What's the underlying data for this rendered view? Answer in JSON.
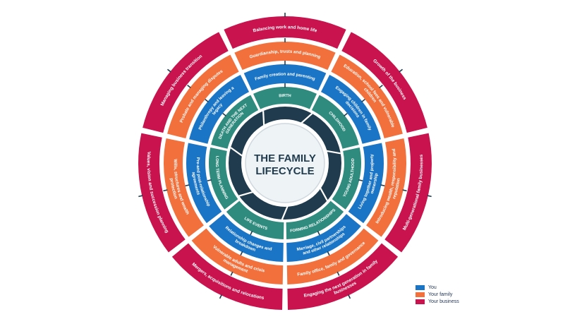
{
  "center": {
    "line1": "THE FAMILY",
    "line2": "LIFECYCLE"
  },
  "colors": {
    "you": "#1b75c6",
    "family": "#f2703b",
    "business": "#c9134f",
    "stage": "#2e8b7e",
    "core": "#1f3b4d",
    "hub": "#eef3f6"
  },
  "stages": [
    "BIRTH",
    "CHILDHOOD",
    "YOUNG ADULTHOOD",
    "FORMING RELATIONSHIPS",
    "LIFE EVENTS",
    "LONG TERM PLANNING",
    "DEATH AND THE NEXT GENERATION"
  ],
  "you_ring": [
    "Family creation and parenting",
    "Engaging children in family decisions",
    "Living together and property ownership",
    "Marriage, civil partnerships and other relationships",
    "Relationship changes and breakdown",
    "Pre-and post-relationship agreements",
    "Philanthropy and leaving a legacy"
  ],
  "family_ring": [
    "Guardianship, trusts and planning",
    "Education, school fees and vulnerable children",
    "Introducing wealth, responsibility and reputation",
    "Family office, family and governance",
    "Vulnerable adults and crisis management",
    "Wills, structures and wealth protection",
    "Probate and managing disputes"
  ],
  "business_ring": [
    "Balancing work and home life",
    "Growth of the business",
    "Multi-generational family businesses",
    "Engaging the next generation in family businesses",
    "Mergers, acquisitions and relocations",
    "Values, vision and succession planning",
    "Managing business transition"
  ],
  "legend": [
    {
      "label": "You",
      "color": "#1b75c6"
    },
    {
      "label": "Your family",
      "color": "#f2703b"
    },
    {
      "label": "Your business",
      "color": "#c9134f"
    }
  ]
}
